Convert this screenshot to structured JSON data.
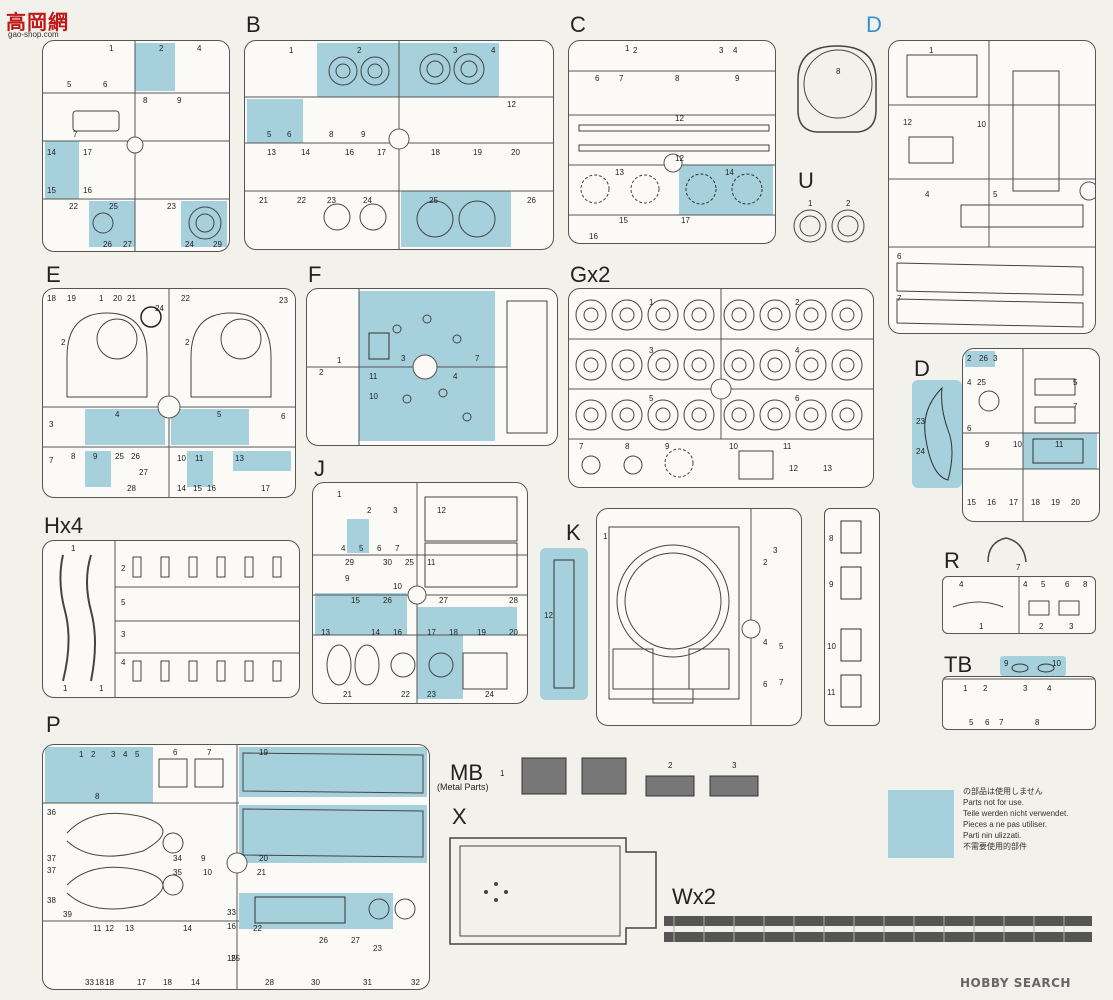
{
  "watermark_logo": {
    "text": "高岡網",
    "subtext": "gao-shop.com"
  },
  "labels": {
    "B": "B",
    "C": "C",
    "D_top": "D",
    "U": "U",
    "E": "E",
    "F": "F",
    "Gx2": "Gx2",
    "J": "J",
    "Hx4": "Hx4",
    "K": "K",
    "D_mid": "D",
    "R": "R",
    "TB": "TB",
    "P": "P",
    "MB": "MB",
    "MB_sub": "(Metal Parts)",
    "X": "X",
    "Wx2": "Wx2"
  },
  "legend": {
    "color": "#a6d0dc",
    "lines": [
      "の部品は使用しません",
      "Parts not for use.",
      "Teile werden nicht verwendet.",
      "Pieces a ne pas utiliser.",
      "Parti nin ulizzati.",
      "不需要使用的部件"
    ]
  },
  "footer": {
    "watermark": "HOBBY SEARCH"
  },
  "colors": {
    "sprue_line": "#555555",
    "unused_fill": "#a6d0dc",
    "background": "#f3f1ec"
  }
}
